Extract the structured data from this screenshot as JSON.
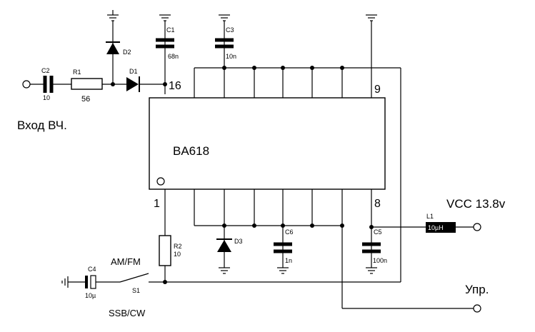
{
  "chip": {
    "name": "BA618",
    "pin16": "16",
    "pin9": "9",
    "pin1": "1",
    "pin8": "8"
  },
  "components": {
    "c1": {
      "ref": "C1",
      "value": "68n"
    },
    "c2": {
      "ref": "C2",
      "value": "10"
    },
    "c3": {
      "ref": "C3",
      "value": "10n"
    },
    "c4": {
      "ref": "C4",
      "value": "10µ"
    },
    "c5": {
      "ref": "C5",
      "value": "100n"
    },
    "c6": {
      "ref": "C6",
      "value": "1n"
    },
    "r1": {
      "ref": "R1",
      "value": "56"
    },
    "r2": {
      "ref": "R2",
      "value": "10"
    },
    "l1": {
      "ref": "L1",
      "value": "10µH"
    },
    "d1": {
      "ref": "D1"
    },
    "d2": {
      "ref": "D2"
    },
    "d3": {
      "ref": "D3"
    },
    "s1": {
      "ref": "S1"
    }
  },
  "labels": {
    "rf_input": "Вход ВЧ.",
    "vcc": "VCC 13.8v",
    "control": "Упр.",
    "am_fm": "AM/FM",
    "ssb_cw": "SSB/CW"
  }
}
